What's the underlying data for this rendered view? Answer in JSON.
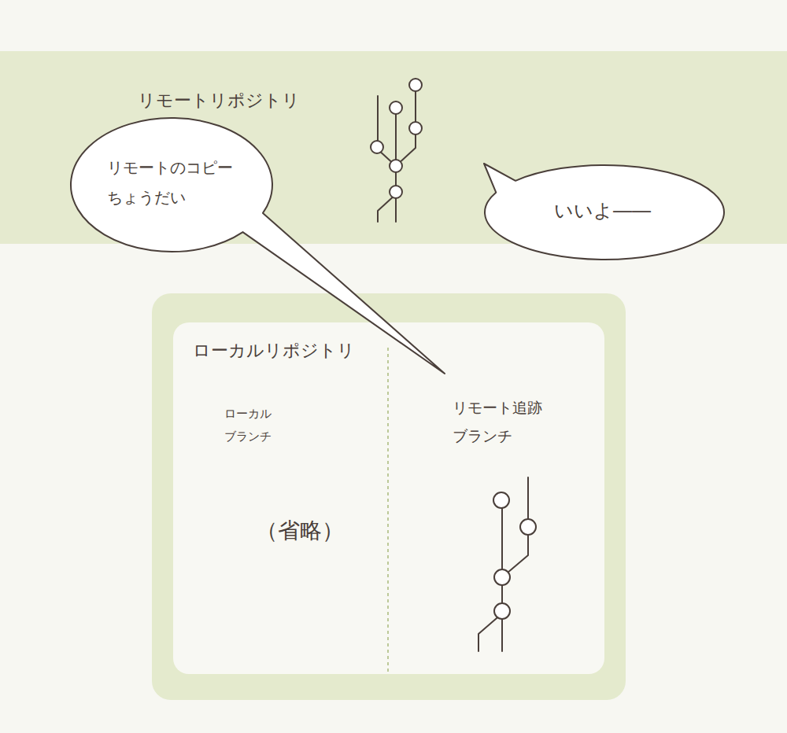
{
  "diagram": {
    "nodes": [
      {
        "text": [
          "リモートリポジトリ"
        ]
      },
      {
        "text": [
          "リモートのコピー ちょうだい"
        ]
      },
      {
        "text": [
          "いいよ――"
        ]
      },
      {
        "text": [
          "ローカルリポジトリ"
        ]
      }
    ],
    "labels": [
      "ローカル ブランチ",
      "リモート追跡 ブランチ",
      "（省略）"
    ]
  }
}
